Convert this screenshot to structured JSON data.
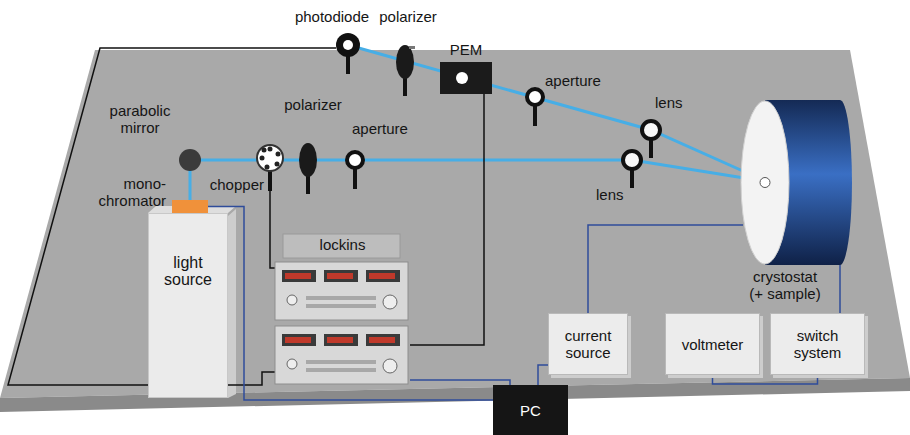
{
  "diagram": {
    "nodes": [
      {
        "text": [
          "light source"
        ]
      },
      {
        "text": [
          "mono- chromator"
        ]
      },
      {
        "text": [
          "lockins"
        ]
      },
      {
        "text": [
          "PEM"
        ]
      },
      {
        "text": [
          "crystostat (+ sample)"
        ]
      },
      {
        "text": [
          "current source"
        ]
      },
      {
        "text": [
          "voltmeter"
        ]
      },
      {
        "text": [
          "switch system"
        ]
      },
      {
        "text": [
          "PC"
        ]
      }
    ],
    "edges": [
      {
        "from": 1,
        "to": 8,
        "arrow": "none"
      },
      {
        "from": 2,
        "to": 8,
        "arrow": "none"
      },
      {
        "from": 3,
        "to": 2,
        "arrow": "none"
      },
      {
        "from": 5,
        "to": 8,
        "arrow": "none"
      },
      {
        "from": 5,
        "to": 4,
        "arrow": "none"
      },
      {
        "from": 7,
        "to": 4,
        "arrow": "none"
      },
      {
        "from": 6,
        "to": 7,
        "arrow": "none"
      }
    ],
    "labels": [
      "parabolic mirror",
      "chopper",
      "polarizer",
      "aperture",
      "lens",
      "lens",
      "aperture",
      "polarizer",
      "photodiode"
    ]
  }
}
